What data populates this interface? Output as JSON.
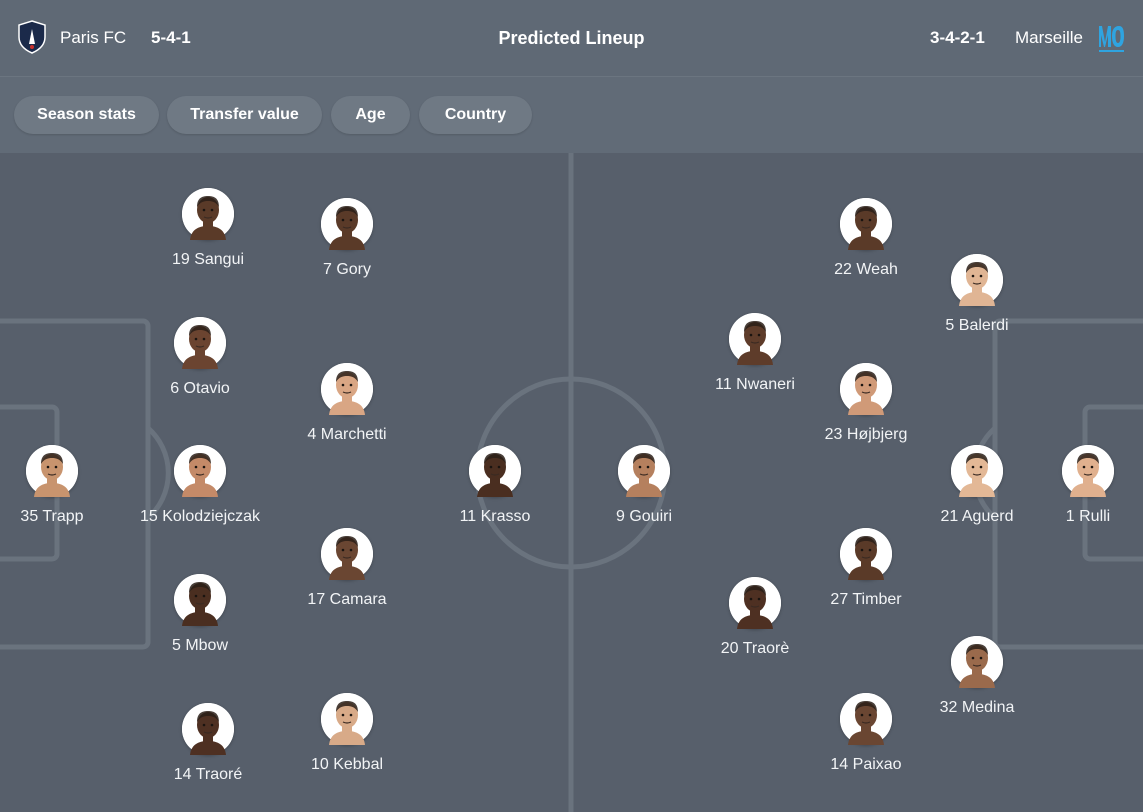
{
  "header": {
    "home_team": "Paris FC",
    "home_formation": "5-4-1",
    "title": "Predicted Lineup",
    "away_formation": "3-4-2-1",
    "away_team": "Marseille"
  },
  "filters": [
    "Season stats",
    "Transfer value",
    "Age",
    "Country"
  ],
  "colors": {
    "background": "#5a6470",
    "pitch": "#575f6b",
    "pitch_lines": "#6a737e",
    "chip": "#6f7984",
    "home_badge": "#1b2a4a",
    "away_badge": "#2fa4e0"
  },
  "home_players": [
    {
      "label": "35 Trapp",
      "skin": "#c8946e"
    },
    {
      "label": "19 Sangui",
      "skin": "#5a3a28"
    },
    {
      "label": "6 Otavio",
      "skin": "#6b4430"
    },
    {
      "label": "15 Kolodziejczak",
      "skin": "#c48a68"
    },
    {
      "label": "5 Mbow",
      "skin": "#4a2e20"
    },
    {
      "label": "14 Traoré",
      "skin": "#4e3022"
    },
    {
      "label": "7 Gory",
      "skin": "#5a3a28"
    },
    {
      "label": "4 Marchetti",
      "skin": "#d9a684"
    },
    {
      "label": "17 Camara",
      "skin": "#6a4632"
    },
    {
      "label": "10 Kebbal",
      "skin": "#d8aa88"
    },
    {
      "label": "11 Krasso",
      "skin": "#4a2e20"
    }
  ],
  "away_players": [
    {
      "label": "9 Gouiri",
      "skin": "#b5805e"
    },
    {
      "label": "22 Weah",
      "skin": "#5a3a28"
    },
    {
      "label": "11 Nwaneri",
      "skin": "#5e3c2a"
    },
    {
      "label": "20 Traorè",
      "skin": "#4e3022"
    },
    {
      "label": "14 Paixao",
      "skin": "#6a4632"
    },
    {
      "label": "23 Højbjerg",
      "skin": "#d09a78"
    },
    {
      "label": "27 Timber",
      "skin": "#5a3a28"
    },
    {
      "label": "5 Balerdi",
      "skin": "#e0b594"
    },
    {
      "label": "21 Aguerd",
      "skin": "#e3b896"
    },
    {
      "label": "32 Medina",
      "skin": "#9a6a4c"
    },
    {
      "label": "1 Rulli",
      "skin": "#e0b08e"
    }
  ]
}
